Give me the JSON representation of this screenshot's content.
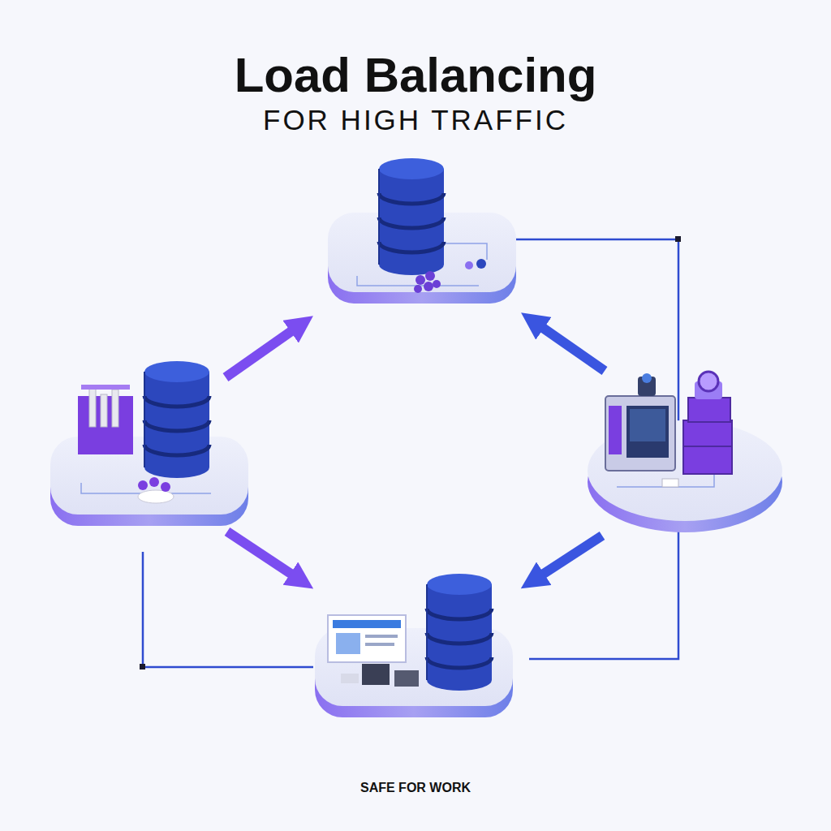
{
  "diagram": {
    "title": "Load Balancing",
    "labels": [
      "FOR HIGH TRAFFIC",
      "SAFE FOR WORK"
    ]
  }
}
